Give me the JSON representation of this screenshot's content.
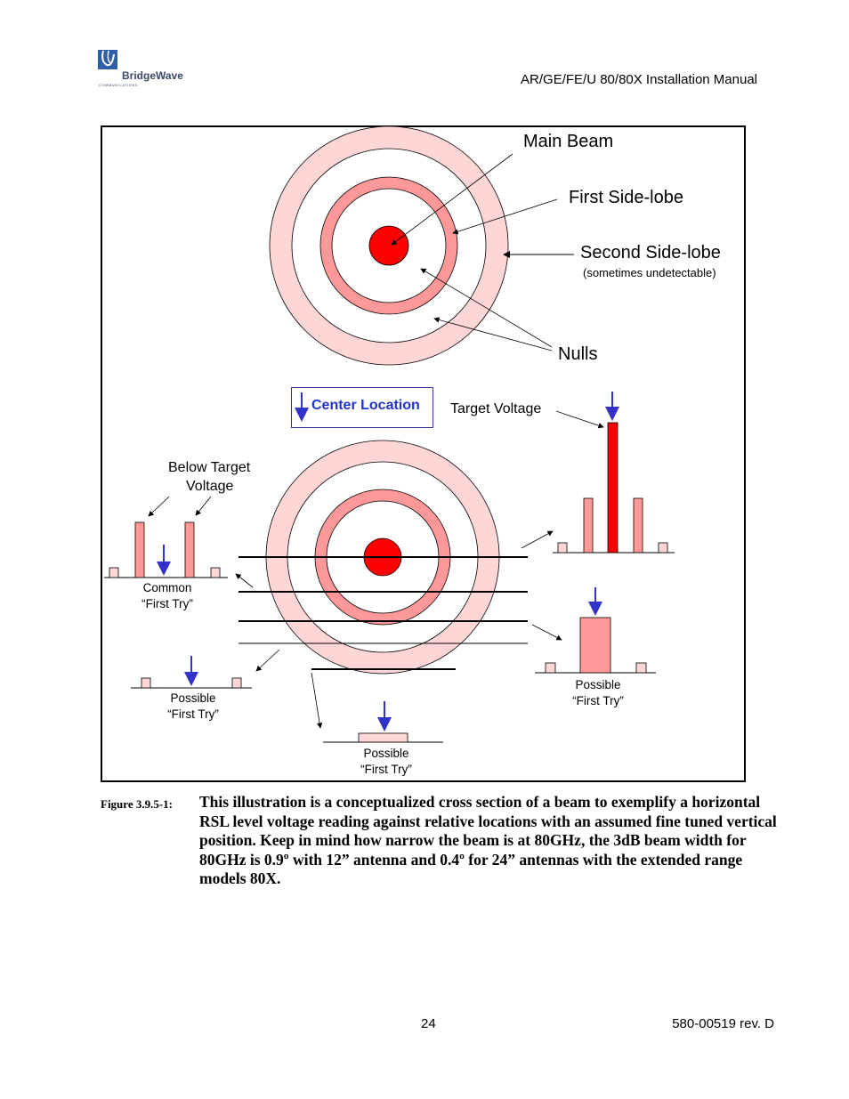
{
  "header": {
    "logo_name": "BridgeWave",
    "logo_sub": "COMMUNICATIONS",
    "title": "AR/GE/FE/U 80/80X Installation Manual"
  },
  "figure": {
    "labels": {
      "main_beam": "Main Beam",
      "first_side_lobe": "First Side-lobe",
      "second_side_lobe": "Second Side-lobe",
      "second_side_lobe_note": "(sometimes undetectable)",
      "nulls": "Nulls",
      "center_location": "Center Location",
      "target_voltage": "Target Voltage",
      "below_target_line1": "Below Target",
      "below_target_line2": "Voltage",
      "common_line1": "Common",
      "common_line2": "“First Try”",
      "possible": "Possible",
      "first_try": "“First Try”"
    },
    "colors": {
      "main_beam": "#ff0000",
      "first_lobe": "#ff9999",
      "second_lobe": "#ffd6d6",
      "arrow_blue": "#3333cc"
    }
  },
  "caption": {
    "label": "Figure 3.9.5-1:",
    "text": "This illustration is a conceptualized cross section of a beam to exemplify a horizontal RSL level voltage reading against relative locations with an assumed fine tuned vertical position. Keep in mind how narrow the beam is at 80GHz, the 3dB beam width for 80GHz is 0.9º with 12” antenna and 0.4º for 24” antennas with the extended range models 80X."
  },
  "footer": {
    "page_number": "24",
    "doc_number": "580-00519 rev. D"
  }
}
